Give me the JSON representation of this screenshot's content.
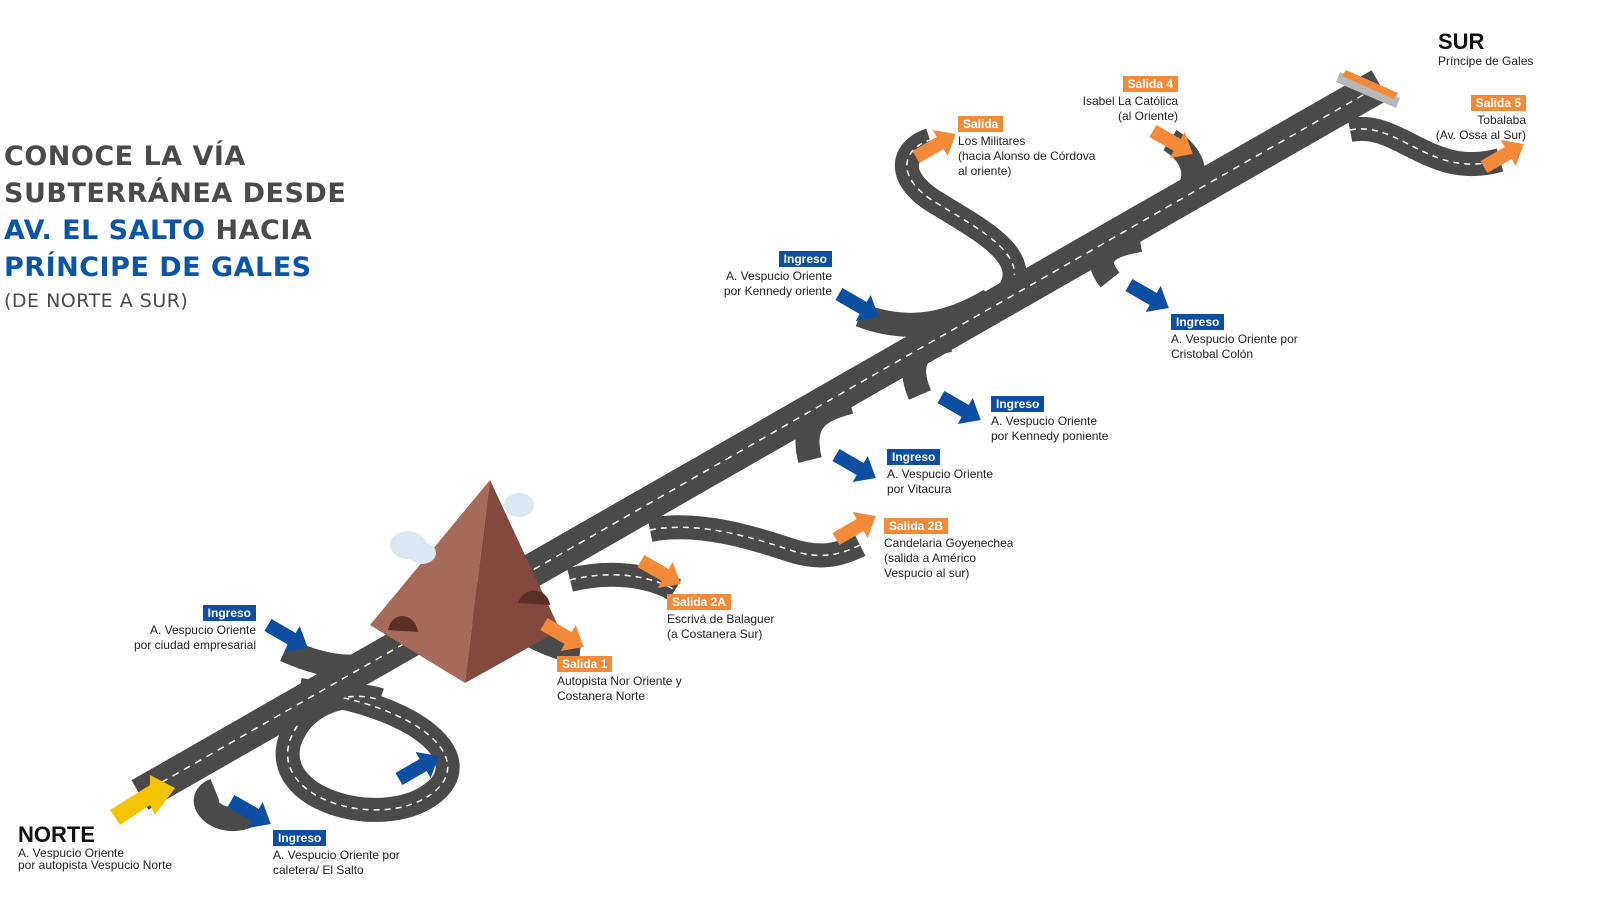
{
  "title": {
    "line1": "CONOCE LA VÍA",
    "line2": "SUBTERRÁNEA DESDE",
    "line3_blue": "AV. EL SALTO",
    "line3_rest": " HACIA",
    "line4_blue": "PRÍNCIPE DE GALES",
    "subtitle": "(DE NORTE A SUR)"
  },
  "ends": {
    "norte": {
      "name": "NORTE",
      "lines": [
        "A. Vespucio Oriente",
        "por autopista Vespucio Norte"
      ]
    },
    "sur": {
      "name": "SUR",
      "lines": [
        "Príncipe de Gales"
      ]
    }
  },
  "labels": {
    "ing_caletera": {
      "tag": "Ingreso",
      "lines": [
        "A. Vespucio Oriente por",
        "caletera/ El Salto"
      ]
    },
    "ing_empresarial": {
      "tag": "Ingreso",
      "lines": [
        "A. Vespucio Oriente",
        "por ciudad empresarial"
      ]
    },
    "sal_1": {
      "tag": "Salida 1",
      "lines": [
        "Autopista Nor Oriente y",
        "Costanera Norte"
      ]
    },
    "sal_2a": {
      "tag": "Salida 2A",
      "lines": [
        "Escrivá de Balaguer",
        "(a Costanera Sur)"
      ]
    },
    "sal_2b": {
      "tag": "Salida 2B",
      "lines": [
        "Candelaria Goyenechea",
        "(salida a Américo",
        "Vespucio al sur)"
      ]
    },
    "ing_vitacura": {
      "tag": "Ingreso",
      "lines": [
        "A. Vespucio Oriente",
        "por Vitacura"
      ]
    },
    "ing_kennedy_pon": {
      "tag": "Ingreso",
      "lines": [
        "A. Vespucio Oriente",
        "por Kennedy poniente"
      ]
    },
    "ing_kennedy_or": {
      "tag": "Ingreso",
      "lines": [
        "A. Vespucio Oriente",
        "por Kennedy oriente"
      ]
    },
    "ing_colon": {
      "tag": "Ingreso",
      "lines": [
        "A. Vespucio Oriente por",
        "Cristobal Colón"
      ]
    },
    "sal_militares": {
      "tag": "Salida",
      "lines": [
        "Los Militares",
        "(hacia Alonso de Córdova",
        "al oriente)"
      ]
    },
    "sal_4": {
      "tag": "Salida 4",
      "lines": [
        "Isabel La Católica",
        "(al Oriente)"
      ]
    },
    "sal_5": {
      "tag": "Salida 5",
      "lines": [
        "Tobalaba",
        "(Av. Ossa al Sur)"
      ]
    }
  },
  "colors": {
    "road": "#4a4a4a",
    "ingreso": "#0b4ea2",
    "salida": "#f28a3a",
    "start": "#f5c400",
    "tunnel": "#8a4a3c",
    "title_blue": "#0b55a8"
  }
}
